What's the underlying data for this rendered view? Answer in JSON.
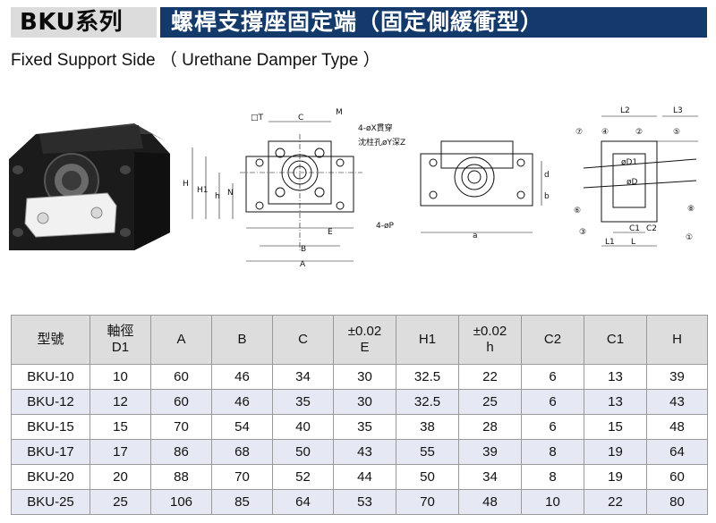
{
  "header": {
    "model": "BKU系列",
    "title": "螺桿支撐座固定端（固定側緩衝型）",
    "subtitle": "Fixed Support Side （ Urethane Damper Type ）"
  },
  "drawing_labels": {
    "front": {
      "dt": "□T",
      "c": "C",
      "m": "M",
      "h_big": "H",
      "h1": "H1",
      "h": "h",
      "n": "N",
      "e": "E",
      "b": "B",
      "a": "A",
      "hole_x": "4-øX貫穿",
      "hole_y": "沈柱孔øY深Z",
      "hole_p": "4-øP"
    },
    "side": {
      "a_small": "a",
      "d": "d",
      "b_small": "b"
    },
    "section": {
      "l2": "L2",
      "l3": "L3",
      "d1": "øD1",
      "d_sym": "øD",
      "c1": "C1",
      "c2": "C2",
      "l1": "L1",
      "l": "L",
      "callouts": [
        "⑦",
        "④",
        "②",
        "⑤",
        "⑥",
        "③",
        "⑧",
        "①"
      ]
    }
  },
  "table": {
    "headers": [
      {
        "lines": [
          "型號"
        ]
      },
      {
        "lines": [
          "軸徑",
          "D1"
        ]
      },
      {
        "lines": [
          "A"
        ]
      },
      {
        "lines": [
          "B"
        ]
      },
      {
        "lines": [
          "C"
        ]
      },
      {
        "lines": [
          "±0.02",
          "E"
        ]
      },
      {
        "lines": [
          "H1"
        ]
      },
      {
        "lines": [
          "±0.02",
          "h"
        ]
      },
      {
        "lines": [
          "C2"
        ]
      },
      {
        "lines": [
          "C1"
        ]
      },
      {
        "lines": [
          "H"
        ]
      }
    ],
    "rows": [
      [
        "BKU-10",
        "10",
        "60",
        "46",
        "34",
        "30",
        "32.5",
        "22",
        "6",
        "13",
        "39"
      ],
      [
        "BKU-12",
        "12",
        "60",
        "46",
        "35",
        "30",
        "32.5",
        "25",
        "6",
        "13",
        "43"
      ],
      [
        "BKU-15",
        "15",
        "70",
        "54",
        "40",
        "35",
        "38",
        "28",
        "6",
        "15",
        "48"
      ],
      [
        "BKU-17",
        "17",
        "86",
        "68",
        "50",
        "43",
        "55",
        "39",
        "8",
        "19",
        "64"
      ],
      [
        "BKU-20",
        "20",
        "88",
        "70",
        "52",
        "44",
        "50",
        "34",
        "8",
        "19",
        "60"
      ],
      [
        "BKU-25",
        "25",
        "106",
        "85",
        "64",
        "53",
        "70",
        "48",
        "10",
        "22",
        "80"
      ]
    ]
  },
  "colors": {
    "title_bg": "#143a6b",
    "model_bg": "#dcdcdc",
    "header_bg": "#dddddd",
    "stripe_bg": "#e6e8f3"
  }
}
